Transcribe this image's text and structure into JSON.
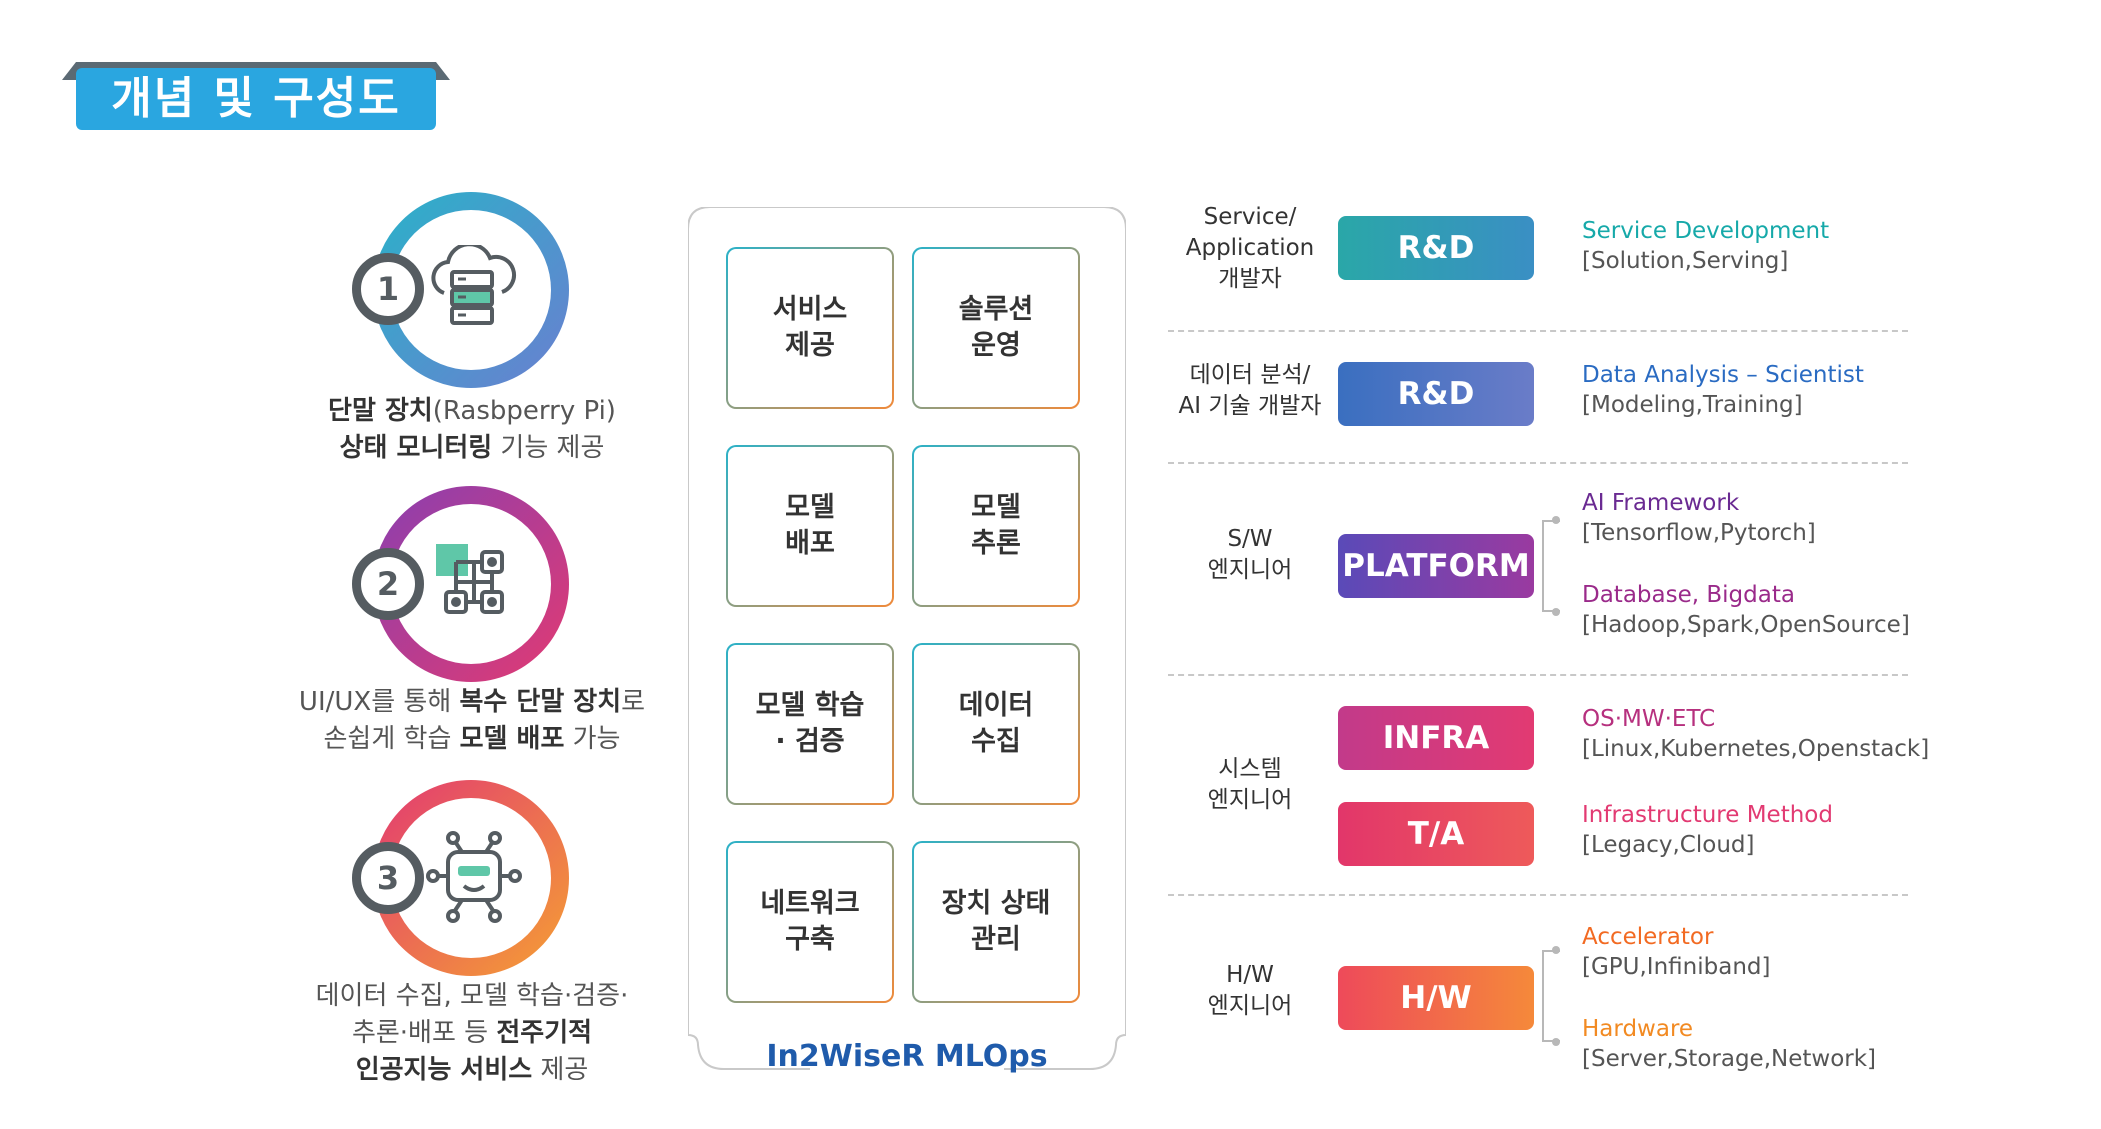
{
  "title": "개념 및 구성도",
  "colors": {
    "banner": "#2aa6e0",
    "teal": "#16a9a9",
    "blue": "#2a6bc2",
    "purple": "#6a2a92",
    "magenta": "#b6307e",
    "pink": "#e23a72",
    "orange": "#f26a22"
  },
  "features": [
    {
      "num": "1",
      "icon": "cloud-server-icon",
      "line1": [
        "단말 장치",
        "(Rasbperry Pi)"
      ],
      "line2": [
        "상태 모니터링",
        " 기능 제공"
      ]
    },
    {
      "num": "2",
      "icon": "network-nodes-icon",
      "line1": [
        "UI/UX를 통해 ",
        "복수 단말 장치",
        "로"
      ],
      "line2": [
        "손쉽게 학습 ",
        "모델 배포",
        " 가능"
      ]
    },
    {
      "num": "3",
      "icon": "robot-icon",
      "line1": [
        "데이터 수집, 모델 학습·검증·"
      ],
      "line2": [
        "추론·배포 등 ",
        "전주기적"
      ],
      "line3": [
        "인공지능 서비스",
        " 제공"
      ]
    }
  ],
  "cells": [
    "서비스\n제공",
    "솔루션\n운영",
    "모델\n배포",
    "모델\n추론",
    "모델 학습\n· 검증",
    "데이터\n수집",
    "네트워크\n구축",
    "장치 상태\n관리"
  ],
  "panel_title": "In2WiseR MLOps",
  "rows": [
    {
      "role": "Service/\nApplication\n개발자",
      "pill": "R&D",
      "descs": [
        {
          "title": "Service Development",
          "sub": "[Solution,Serving]"
        }
      ]
    },
    {
      "role": "데이터 분석/\nAI 기술 개발자",
      "pill": "R&D",
      "descs": [
        {
          "title": "Data Analysis – Scientist",
          "sub": "[Modeling,Training]"
        }
      ]
    },
    {
      "role": "S/W\n엔지니어",
      "pill": "PLATFORM",
      "descs": [
        {
          "title": "AI Framework",
          "sub": "[Tensorflow,Pytorch]"
        },
        {
          "title": "Database, Bigdata",
          "sub": "[Hadoop,Spark,OpenSource]"
        }
      ]
    },
    {
      "role": "시스템\n엔지니어",
      "pill": "INFRA",
      "descs": [
        {
          "title": "OS·MW·ETC",
          "sub": "[Linux,Kubernetes,Openstack]"
        }
      ]
    },
    {
      "role": "",
      "pill": "T/A",
      "descs": [
        {
          "title": "Infrastructure Method",
          "sub": "[Legacy,Cloud]"
        }
      ]
    },
    {
      "role": "H/W\n엔지니어",
      "pill": "H/W",
      "descs": [
        {
          "title": "Accelerator",
          "sub": "[GPU,Infiniband]"
        },
        {
          "title": "Hardware",
          "sub": "[Server,Storage,Network]"
        }
      ]
    }
  ]
}
